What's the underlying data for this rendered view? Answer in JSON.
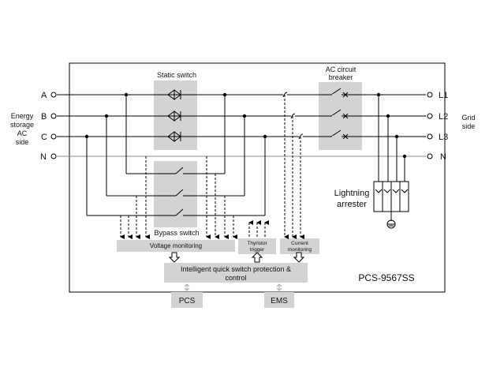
{
  "left_side": {
    "label_lines": [
      "Energy",
      "storage",
      "AC",
      "side"
    ],
    "phases": [
      "A",
      "B",
      "C",
      "N"
    ]
  },
  "right_side": {
    "label_lines": [
      "Grid",
      "side"
    ],
    "phases": [
      "L1",
      "L2",
      "L3",
      "N"
    ]
  },
  "blocks": {
    "static_switch": "Static switch",
    "ac_breaker": [
      "AC circuit",
      "breaker"
    ],
    "bypass_switch": "Bypass switch",
    "voltage_monitoring": "Voltage monitoring",
    "thyristor_trigger": [
      "Thyristor",
      "trigger"
    ],
    "current_monitoring": [
      "Current",
      "monitoring"
    ],
    "controller": [
      "Intelligent quick switch protection &",
      "control"
    ],
    "pcs": "PCS",
    "ems": "EMS",
    "lightning_arrester": [
      "Lightning",
      "arrester"
    ],
    "model": "PCS-9567SS"
  }
}
